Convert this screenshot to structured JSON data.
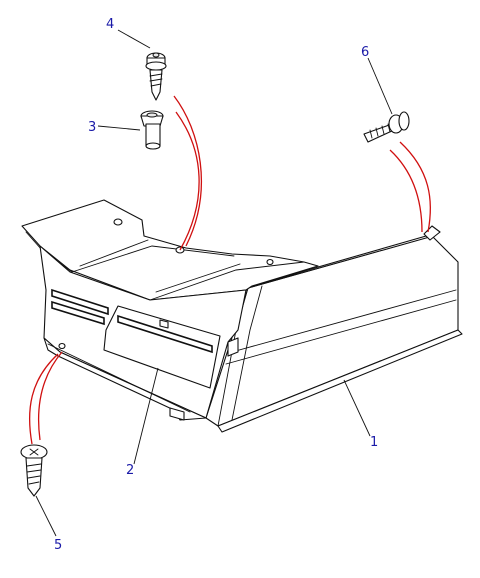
{
  "callouts": {
    "1": "1",
    "2": "2",
    "3": "3",
    "4": "4",
    "5": "5",
    "6": "6"
  },
  "colors": {
    "callout_text": "#1a1aa8",
    "assembly_line": "#d01010",
    "linework": "#111111"
  }
}
